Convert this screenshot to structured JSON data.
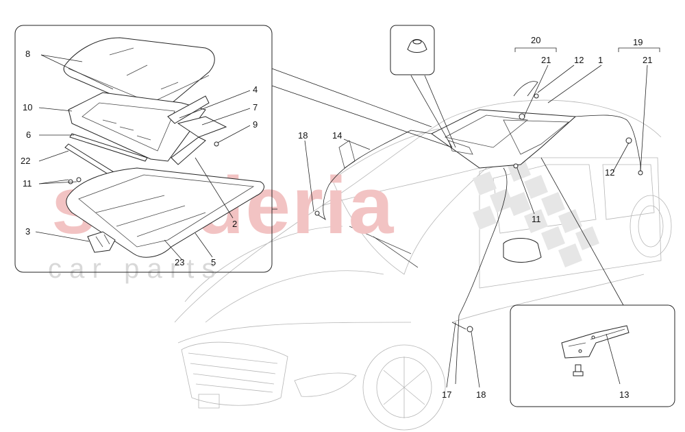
{
  "watermark": {
    "main": "scuderia",
    "sub": "c a r   p a r t s"
  },
  "callouts": {
    "c1": "1",
    "c2": "2",
    "c3": "3",
    "c4": "4",
    "c5": "5",
    "c6": "6",
    "c7": "7",
    "c8": "8",
    "c9": "9",
    "c10": "10",
    "c11_left": "11",
    "c11_right": "11",
    "c12_top": "12",
    "c12_side": "12",
    "c13": "13",
    "c14": "14",
    "c17": "17",
    "c18_top": "18",
    "c18_bottom": "18",
    "c19": "19",
    "c20": "20",
    "c21_a": "21",
    "c21_b": "21",
    "c22": "22",
    "c23": "23"
  },
  "colors": {
    "watermark_red": "#f2c3c3",
    "watermark_grey": "#d8d8d8",
    "line": "#222222"
  }
}
